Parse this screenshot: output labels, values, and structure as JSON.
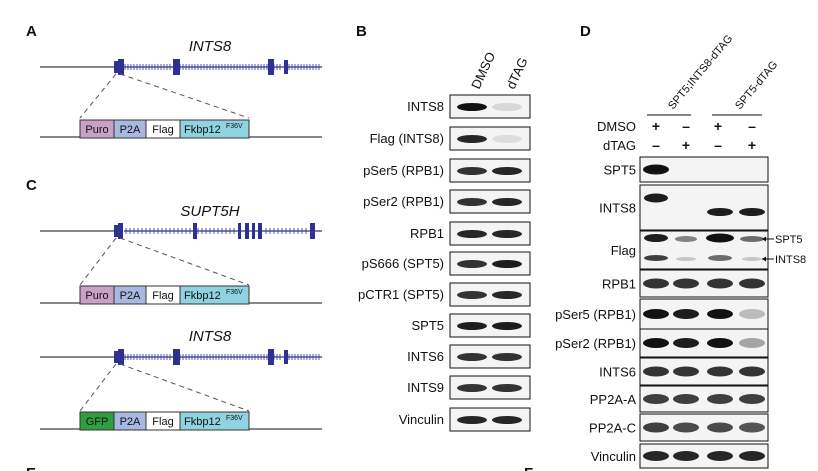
{
  "panels": {
    "A": {
      "letter": "A",
      "gene": "INTS8",
      "cassette": [
        "Puro",
        "P2A",
        "Flag",
        "Fkbp12"
      ],
      "superscript": "F36V"
    },
    "B": {
      "letter": "B",
      "conditions": [
        "DMSO",
        "dTAG"
      ],
      "blots": [
        "INTS8",
        "Flag (INTS8)",
        "pSer5 (RPB1)",
        "pSer2 (RPB1)",
        "RPB1",
        "pS666 (SPT5)",
        "pCTR1 (SPT5)",
        "SPT5",
        "INTS6",
        "INTS9",
        "Vinculin"
      ]
    },
    "C": {
      "letter": "C",
      "top": {
        "gene": "SUPT5H",
        "cassette": [
          "Puro",
          "P2A",
          "Flag",
          "Fkbp12"
        ],
        "superscript": "F36V"
      },
      "bottom": {
        "gene": "INTS8",
        "cassette": [
          "GFP",
          "P2A",
          "Flag",
          "Fkbp12"
        ],
        "superscript": "F36V"
      }
    },
    "D": {
      "letter": "D",
      "cell_lines": [
        "SPT5;INTS8-dTAG",
        "SPT5-dTAG"
      ],
      "row_labels": [
        "DMSO",
        "dTAG"
      ],
      "dmso_signs": [
        "+",
        "–",
        "+",
        "–"
      ],
      "dtag_signs": [
        "–",
        "+",
        "–",
        "+"
      ],
      "blots": [
        "SPT5",
        "INTS8",
        "Flag",
        "RPB1",
        "pSer5 (RPB1)",
        "pSer2 (RPB1)",
        "INTS6",
        "PP2A-A",
        "PP2A-C",
        "Vinculin"
      ],
      "arrow_labels": [
        "SPT5",
        "INTS8"
      ]
    },
    "E": {
      "letter": "E"
    },
    "F": {
      "letter": "F"
    }
  },
  "colors": {
    "gene": "#2e3192",
    "puro": "#c9a0c6",
    "p2a": "#a8b8e0",
    "flag": "#ffffff",
    "fkbp": "#8fd3e0",
    "gfp": "#2f9e3e"
  }
}
